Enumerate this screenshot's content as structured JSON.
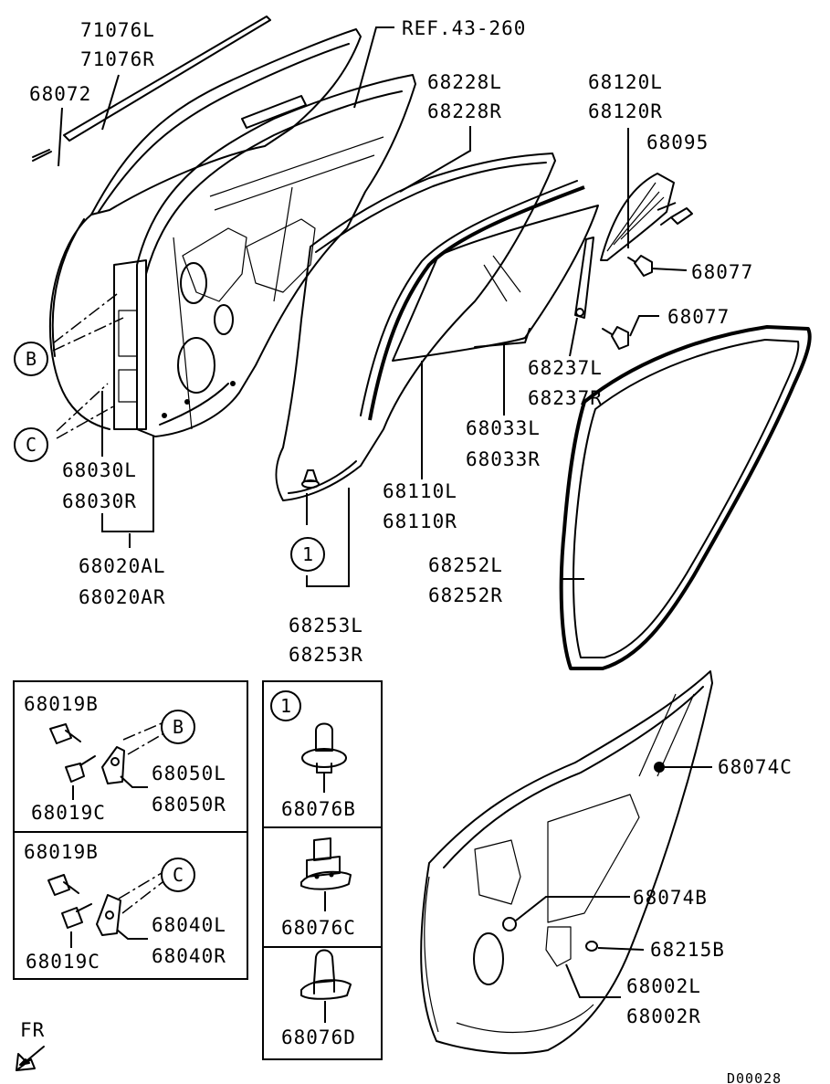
{
  "labels": {
    "p71076l": "71076L",
    "p71076r": "71076R",
    "ref43260": "REF.43-260",
    "p68072": "68072",
    "p68228l": "68228L",
    "p68228r": "68228R",
    "p68120l": "68120L",
    "p68120r": "68120R",
    "p68095": "68095",
    "p68077a": "68077",
    "p68077b": "68077",
    "p68237l": "68237L",
    "p68237r": "68237R",
    "p68033l": "68033L",
    "p68033r": "68033R",
    "p68110l": "68110L",
    "p68110r": "68110R",
    "p68252l": "68252L",
    "p68252r": "68252R",
    "p68253l": "68253L",
    "p68253r": "68253R",
    "p68030l": "68030L",
    "p68030r": "68030R",
    "p68020al": "68020AL",
    "p68020ar": "68020AR",
    "p68074c": "68074C",
    "p68074b": "68074B",
    "p68215b": "68215B",
    "p68002l": "68002L",
    "p68002r": "68002R"
  },
  "refs": {
    "b": "B",
    "c": "C",
    "one": "1"
  },
  "box_b": {
    "ref": "B",
    "p68019b": "68019B",
    "p68019c": "68019C",
    "p68050l": "68050L",
    "p68050r": "68050R"
  },
  "box_c": {
    "ref": "C",
    "p68019b": "68019B",
    "p68019c": "68019C",
    "p68040l": "68040L",
    "p68040r": "68040R"
  },
  "box_1": {
    "ref": "1",
    "p68076b": "68076B",
    "p68076c": "68076C",
    "p68076d": "68076D"
  },
  "direction": "FR",
  "diagram_code": "D00028"
}
